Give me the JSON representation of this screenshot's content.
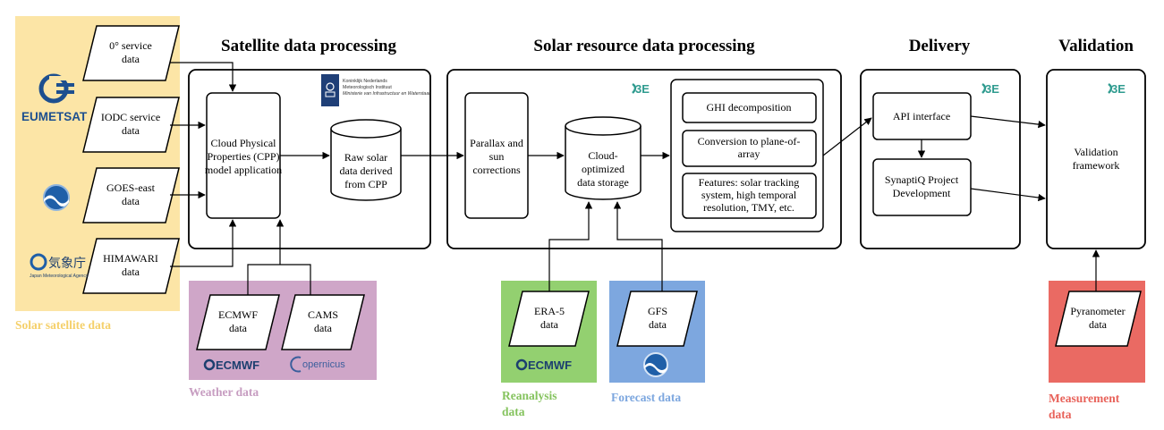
{
  "colors": {
    "solar_bg": "#fce5a6",
    "solar_text": "#f5d06a",
    "weather_bg": "#cfa6c8",
    "weather_text": "#c79dc1",
    "reanalysis_bg": "#93d070",
    "reanalysis_text": "#85c35e",
    "forecast_bg": "#7da7df",
    "forecast_text": "#7da7df",
    "measurement_bg": "#ea6a63",
    "measurement_text": "#e8625a",
    "logo_3e": "#2f9b8f",
    "eumetsat": "#1d4f8f",
    "ecmwf": "#1c3f6f"
  },
  "titles": {
    "satellite": "Satellite data processing",
    "solar_resource": "Solar resource data processing",
    "delivery": "Delivery",
    "validation": "Validation"
  },
  "group_labels": {
    "solar": "Solar satellite data",
    "weather": "Weather data",
    "reanalysis_1": "Reanalysis",
    "reanalysis_2": "data",
    "forecast": "Forecast data",
    "measurement_1": "Measurement",
    "measurement_2": "data"
  },
  "inputs": {
    "o_service": [
      "0° service",
      "data"
    ],
    "iodc": [
      "IODC service",
      "data"
    ],
    "goes": [
      "GOES-east",
      "data"
    ],
    "himawari": [
      "HIMAWARI",
      "data"
    ],
    "ecmwf": [
      "ECMWF",
      "data"
    ],
    "cams": [
      "CAMS",
      "data"
    ],
    "era5": [
      "ERA-5",
      "data"
    ],
    "gfs": [
      "GFS",
      "data"
    ],
    "pyranometer": [
      "Pyranometer",
      "data"
    ]
  },
  "nodes": {
    "cpp_model": [
      "Cloud Physical",
      "Properties (CPP)",
      "model application"
    ],
    "raw_solar": [
      "Raw solar",
      "data derived",
      "from CPP"
    ],
    "parallax": [
      "Parallax and",
      "sun",
      "corrections"
    ],
    "cloud_storage": [
      "Cloud-",
      "optimized",
      "data storage"
    ],
    "ghi": [
      "GHI decomposition"
    ],
    "conversion": [
      "Conversion to plane-of-",
      "array"
    ],
    "features": [
      "Features: solar tracking",
      "system, high temporal",
      "resolution, TMY, etc."
    ],
    "api": [
      "API interface"
    ],
    "synaptiq": [
      "SynaptiQ Project",
      "Development"
    ],
    "validation_fw": [
      "Validation",
      "framework"
    ]
  },
  "logos": {
    "eumetsat": "EUMETSAT",
    "jma_name": "気象庁",
    "jma_sub": "Japan Meteorological Agency",
    "ecmwf": "ECMWF",
    "copernicus": "opernicus",
    "logo_3e": "3E",
    "knmi": [
      "Koninklijk Nederlands",
      "Meteorologisch Instituut",
      "Ministerie van Infrastructuur en Waterstaat"
    ]
  }
}
